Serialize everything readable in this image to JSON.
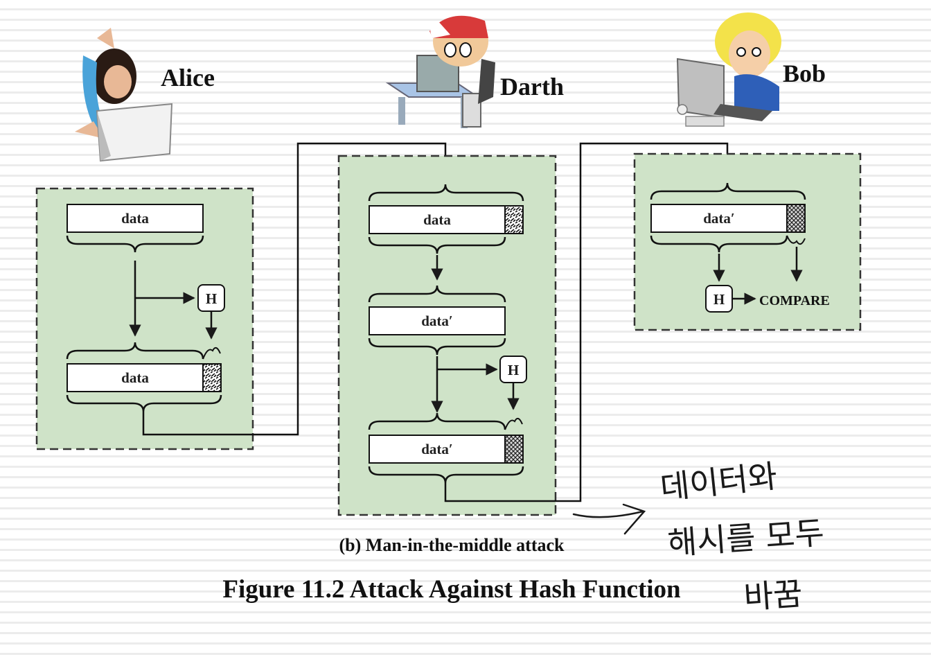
{
  "actors": {
    "alice": "Alice",
    "darth": "Darth",
    "bob": "Bob"
  },
  "alice_panel": {
    "data_top": "data",
    "hash_label": "H",
    "data_bottom": "data"
  },
  "darth_panel": {
    "data_1": "data",
    "data_2": "data′",
    "hash_label": "H",
    "data_3": "data′"
  },
  "bob_panel": {
    "data": "data′",
    "hash_label": "H",
    "compare": "COMPARE"
  },
  "caption": {
    "subcaption": "(b) Man-in-the-middle attack",
    "figure_title": "Figure 11.2  Attack Against Hash Function"
  },
  "handwritten_note": {
    "line1": "데이터와",
    "line2": "해시를 모두",
    "line3": "바꿈"
  },
  "colors": {
    "panel_fill": "#cfe3c8",
    "stroke": "#1a1a1a"
  }
}
